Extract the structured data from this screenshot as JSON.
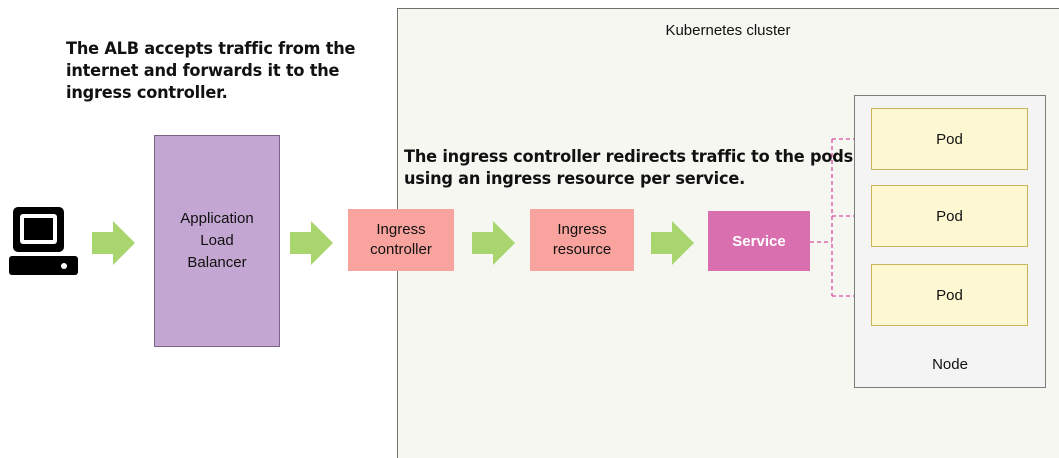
{
  "cluster": {
    "title": "Kubernetes cluster"
  },
  "annotations": {
    "alb_note": "The ALB accepts traffic from the internet and forwards it to the ingress controller.",
    "ingress_note": "The ingress controller redirects traffic to the pods using an ingress resource per service."
  },
  "components": {
    "alb": [
      "Application",
      "Load",
      "Balancer"
    ],
    "ingress_controller": [
      "Ingress",
      "controller"
    ],
    "ingress_resource": [
      "Ingress",
      "resource"
    ],
    "service": "Service"
  },
  "node": {
    "label": "Node",
    "pods": [
      "Pod",
      "Pod",
      "Pod"
    ]
  },
  "icons": {
    "client": "computer-icon",
    "flow_arrow": "arrow-right-icon"
  },
  "colors": {
    "alb": "#c3a6d1",
    "ingress": "#f8a39e",
    "service": "#d96fae",
    "pod": "#fdf8d1",
    "arrow": "#a8d56e",
    "connector": "#d64f9f"
  }
}
